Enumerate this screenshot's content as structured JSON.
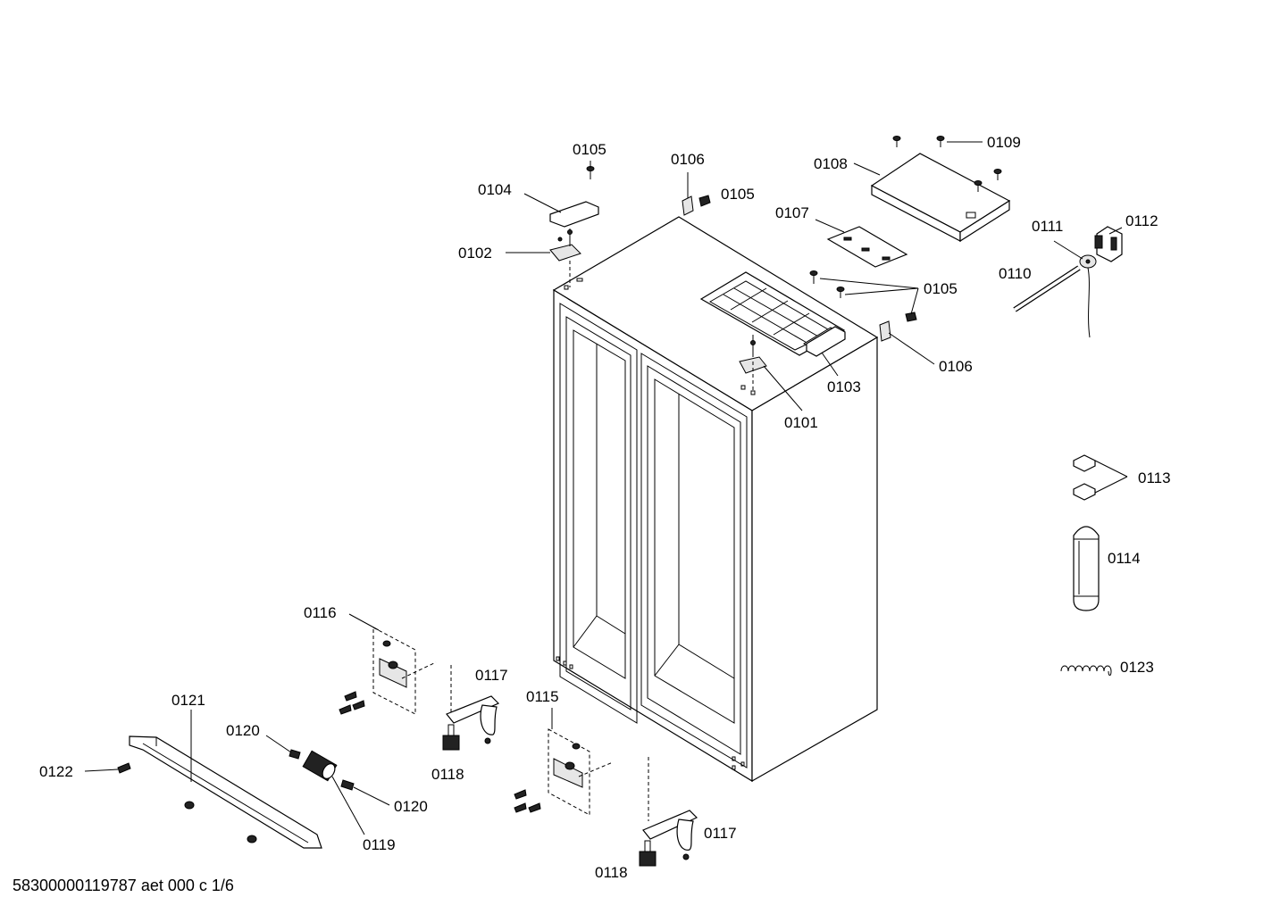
{
  "document_code": "58300000119787 aet 000 c 1/6",
  "labels": [
    {
      "id": "l0105a",
      "text": "0105"
    },
    {
      "id": "l0104",
      "text": "0104"
    },
    {
      "id": "l0102",
      "text": "0102"
    },
    {
      "id": "l0106a",
      "text": "0106"
    },
    {
      "id": "l0105b",
      "text": "0105"
    },
    {
      "id": "l0108",
      "text": "0108"
    },
    {
      "id": "l0109",
      "text": "0109"
    },
    {
      "id": "l0107",
      "text": "0107"
    },
    {
      "id": "l0111",
      "text": "0111"
    },
    {
      "id": "l0112",
      "text": "0112"
    },
    {
      "id": "l0110",
      "text": "0110"
    },
    {
      "id": "l0105c",
      "text": "0105"
    },
    {
      "id": "l0106b",
      "text": "0106"
    },
    {
      "id": "l0103",
      "text": "0103"
    },
    {
      "id": "l0101",
      "text": "0101"
    },
    {
      "id": "l0113",
      "text": "0113"
    },
    {
      "id": "l0114",
      "text": "0114"
    },
    {
      "id": "l0123",
      "text": "0123"
    },
    {
      "id": "l0116",
      "text": "0116"
    },
    {
      "id": "l0117a",
      "text": "0117"
    },
    {
      "id": "l0115",
      "text": "0115"
    },
    {
      "id": "l0121",
      "text": "0121"
    },
    {
      "id": "l0120a",
      "text": "0120"
    },
    {
      "id": "l0122",
      "text": "0122"
    },
    {
      "id": "l0118a",
      "text": "0118"
    },
    {
      "id": "l0120b",
      "text": "0120"
    },
    {
      "id": "l0119",
      "text": "0119"
    },
    {
      "id": "l0117b",
      "text": "0117"
    },
    {
      "id": "l0118b",
      "text": "0118"
    }
  ]
}
